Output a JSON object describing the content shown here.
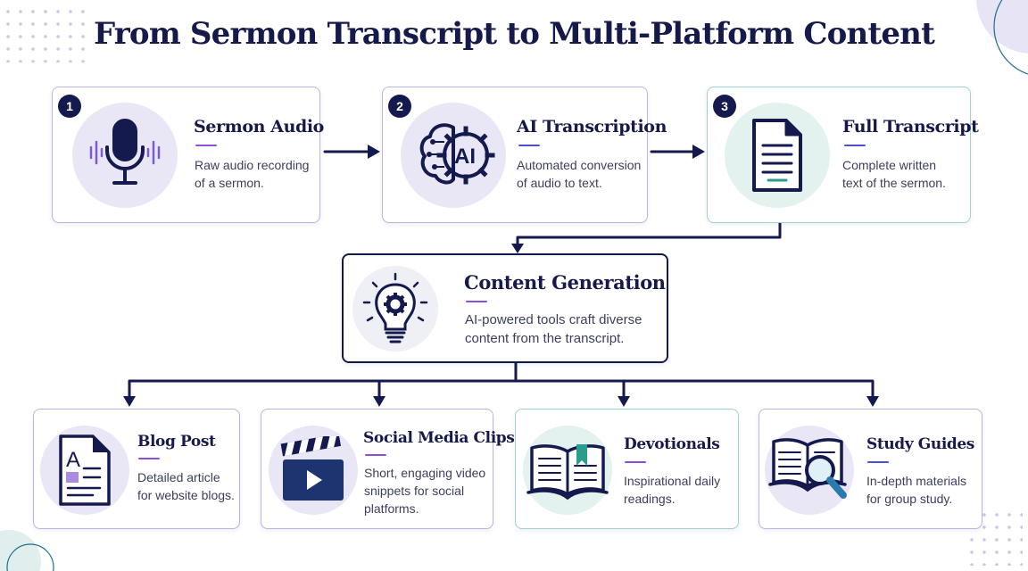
{
  "title": "From Sermon Transcript to Multi-Platform Content",
  "steps": [
    {
      "number": "1",
      "title": "Sermon Audio",
      "desc_lines": [
        "Raw audio recording",
        "of a sermon."
      ],
      "icon": "microphone-icon"
    },
    {
      "number": "2",
      "title": "AI Transcription",
      "desc_lines": [
        "Automated conversion",
        "of audio to text."
      ],
      "icon": "ai-brain-gear-icon",
      "icon_text": "AI"
    },
    {
      "number": "3",
      "title": "Full Transcript",
      "desc_lines": [
        "Complete written",
        "text of the sermon."
      ],
      "icon": "document-icon"
    }
  ],
  "generation": {
    "title": "Content Generation",
    "desc_lines": [
      "AI-powered tools craft diverse",
      "content from the transcript."
    ],
    "icon": "lightbulb-gear-icon"
  },
  "outputs": [
    {
      "title": "Blog Post",
      "desc_lines": [
        "Detailed article",
        "for website blogs."
      ],
      "icon": "blog-document-icon",
      "icon_text": "A"
    },
    {
      "title": "Social Media Clips",
      "desc_lines": [
        "Short, engaging video",
        "snippets for social",
        "platforms."
      ],
      "icon": "clapperboard-play-icon"
    },
    {
      "title": "Devotionals",
      "desc_lines": [
        "Inspirational daily",
        "readings."
      ],
      "icon": "open-book-bookmark-icon"
    },
    {
      "title": "Study Guides",
      "desc_lines": [
        "In-depth materials",
        "for group study."
      ],
      "icon": "book-magnifier-icon"
    }
  ],
  "colors": {
    "navy": "#141a4d",
    "lavender": "#e9e6f6",
    "teal": "#2a9d8f",
    "purple_accent": "#8a4fd6",
    "blue_accent": "#4b4fd0"
  }
}
